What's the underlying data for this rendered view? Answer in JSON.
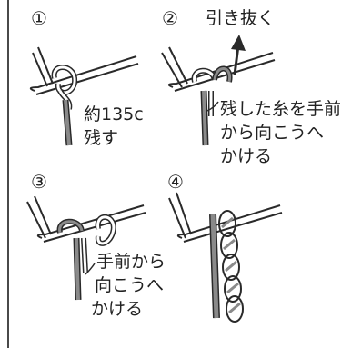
{
  "steps": [
    {
      "number": "①",
      "note": [
        "約135c",
        "残す"
      ]
    },
    {
      "number": "②",
      "title": "引き抜く",
      "note": [
        "残した糸を手前",
        "から向こうへ",
        "かける"
      ]
    },
    {
      "number": "③",
      "note": [
        "手前から",
        "向こうへ",
        "かける"
      ]
    },
    {
      "number": "④"
    }
  ],
  "colors": {
    "yarn": "#8a8a8a",
    "line": "#2a2a2a"
  }
}
